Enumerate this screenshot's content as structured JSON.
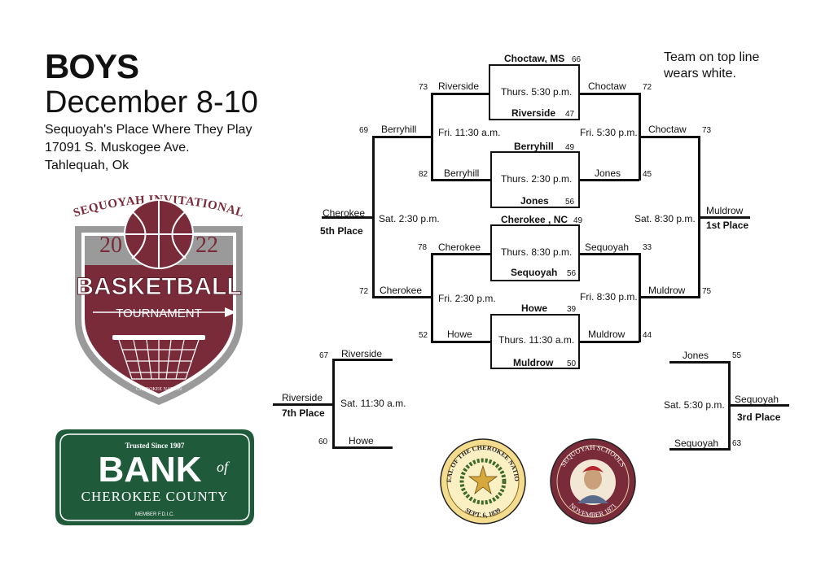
{
  "header": {
    "title": "BOYS",
    "dates": "December 8-10",
    "venue_lines": [
      "Sequoyah's Place Where They Play",
      "17091 S. Muskogee Ave.",
      "Tahlequah, Ok"
    ],
    "note": "Team on top line wears white."
  },
  "logo": {
    "arc_text": "SEQUOYAH INVITATIONAL",
    "year_left": "20",
    "year_right": "22",
    "main_word": "BASKETBALL",
    "sub_word": "TOURNAMENT",
    "footer": "CHEROKEE NATION"
  },
  "bank": {
    "tagline": "Trusted Since 1907",
    "name": "BANK",
    "of": "of",
    "county": "CHEROKEE COUNTY",
    "member": "MEMBER F.D.I.C."
  },
  "seals": {
    "cherokee_nation": {
      "top": "SEAL OF THE CHEROKEE NATION",
      "bottom": "SEPT. 6, 1839"
    },
    "sequoyah_schools": {
      "top": "SEQUOYAH SCHOOLS",
      "bottom": "NOVEMBER 1871"
    }
  },
  "colors": {
    "maroon": "#7a2b3a",
    "gray": "#9a9a9a",
    "bank_green": "#1f5a3a",
    "seal_gold": "#d7a83c"
  },
  "bracket": {
    "r1": [
      {
        "top": "Choctaw, MS",
        "top_score": "66",
        "time": "Thurs. 5:30 p.m.",
        "bottom": "Riverside",
        "bottom_score": "47"
      },
      {
        "top": "Berryhill",
        "top_score": "49",
        "time": "Thurs. 2:30 p.m.",
        "bottom": "Jones",
        "bottom_score": "56"
      },
      {
        "top": "Cherokee , NC",
        "top_score": "49",
        "time": "Thurs. 8:30 p.m.",
        "bottom": "Sequoyah",
        "bottom_score": "56"
      },
      {
        "top": "Howe",
        "top_score": "39",
        "time": "Thurs. 11:30 a.m.",
        "bottom": "Muldrow",
        "bottom_score": "50"
      }
    ],
    "cons_left": [
      {
        "top": "Riverside",
        "top_score": "73",
        "bottom": "Berryhill",
        "bottom_score": "82",
        "time": "Fri. 11:30 a.m."
      },
      {
        "top": "Cherokee",
        "top_score": "78",
        "bottom": "Howe",
        "bottom_score": "52",
        "time": "Fri. 2:30 p.m."
      }
    ],
    "cons_final": {
      "top": "Berryhill",
      "top_score": "69",
      "bottom": "Cherokee",
      "bottom_score": "72",
      "time": "Sat. 2:30 p.m.",
      "winner": "Cherokee",
      "place": "5th Place"
    },
    "semis": [
      {
        "top": "Choctaw",
        "top_score": "72",
        "bottom": "Jones",
        "bottom_score": "45",
        "time": "Fri. 5:30 p.m."
      },
      {
        "top": "Sequoyah",
        "top_score": "33",
        "bottom": "Muldrow",
        "bottom_score": "44",
        "time": "Fri. 8:30 p.m."
      }
    ],
    "final": {
      "top": "Choctaw",
      "top_score": "73",
      "bottom": "Muldrow",
      "bottom_score": "75",
      "time": "Sat. 8:30 p.m.",
      "winner": "Muldrow",
      "place": "1st Place"
    },
    "seventh": {
      "top": "Riverside",
      "top_score": "67",
      "bottom": "Howe",
      "bottom_score": "60",
      "time": "Sat. 11:30 a.m.",
      "winner": "Riverside",
      "place": "7th Place"
    },
    "third": {
      "top": "Jones",
      "top_score": "55",
      "bottom": "Sequoyah",
      "bottom_score": "63",
      "time": "Sat. 5:30 p.m.",
      "winner": "Sequoyah",
      "place": "3rd Place"
    }
  }
}
